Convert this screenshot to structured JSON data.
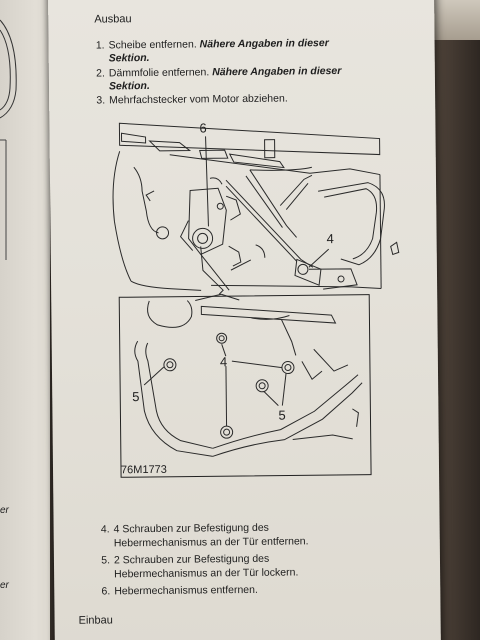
{
  "heading_top": "Ausbau",
  "steps_top": [
    {
      "num": "1.",
      "text": "Scheibe entfernen. ",
      "emph": "Nähere Angaben in dieser",
      "emph2": "Sektion."
    },
    {
      "num": "2.",
      "text": "Dämmfolie entfernen. ",
      "emph": "Nähere Angaben in dieser",
      "emph2": "Sektion."
    },
    {
      "num": "3.",
      "text": "Mehrfachstecker vom Motor abziehen.",
      "emph": "",
      "emph2": ""
    }
  ],
  "figure": {
    "callout_6": "6",
    "callout_4_top": "4",
    "callout_4_detail": "4",
    "callout_5_left": "5",
    "callout_5_right": "5",
    "code": "76M1773"
  },
  "steps_bottom": [
    {
      "num": "4.",
      "line1": "4 Schrauben zur Befestigung des",
      "line2": "Hebermechanismus an der Tür entfernen."
    },
    {
      "num": "5.",
      "line1": "2 Schrauben zur Befestigung des",
      "line2": "Hebermechanismus an der Tür lockern."
    },
    {
      "num": "6.",
      "line1": "Hebermechanismus entfernen.",
      "line2": ""
    }
  ],
  "heading_bottom": "Einbau",
  "left_margin_fragments": [
    "er",
    "er"
  ]
}
